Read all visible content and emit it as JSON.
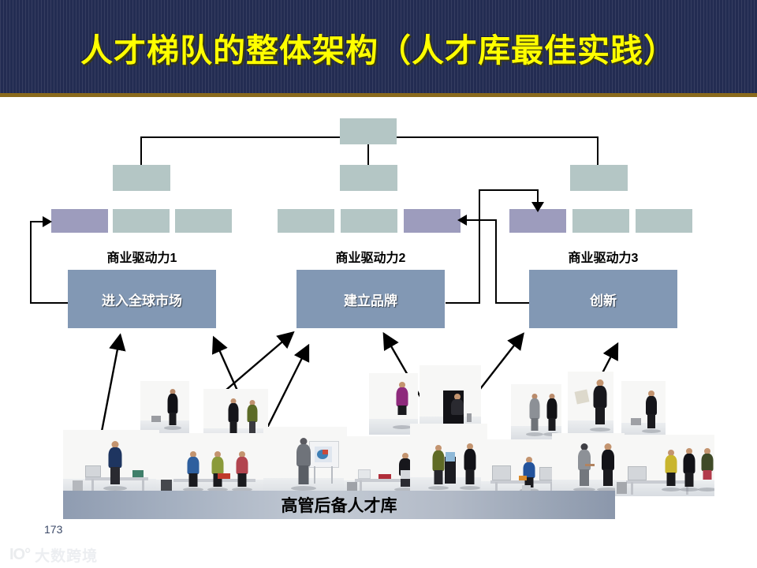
{
  "slide": {
    "title": "人才梯队的整体架构（人才库最佳实践）",
    "page_number": "173",
    "colors": {
      "title_band": "#232c52",
      "title_text": "#ffff00",
      "title_rule": "#8a6a1c",
      "org_box": "#b4c6c5",
      "org_box_highlight": "#9d9cbd",
      "driver_box": "#8298b4",
      "pool_banner": "#a7b2c2"
    }
  },
  "org_chart": {
    "level1": [
      {
        "id": "root",
        "highlight": false
      }
    ],
    "level2": [
      {
        "id": "l2-a",
        "highlight": false
      },
      {
        "id": "l2-b",
        "highlight": false
      },
      {
        "id": "l2-c",
        "highlight": false
      }
    ],
    "level3": [
      {
        "id": "g1-1",
        "highlight": true
      },
      {
        "id": "g1-2",
        "highlight": false
      },
      {
        "id": "g1-3",
        "highlight": false
      },
      {
        "id": "g2-1",
        "highlight": false
      },
      {
        "id": "g2-2",
        "highlight": false
      },
      {
        "id": "g2-3",
        "highlight": true
      },
      {
        "id": "g3-1",
        "highlight": true
      },
      {
        "id": "g3-2",
        "highlight": false
      },
      {
        "id": "g3-3",
        "highlight": false
      }
    ]
  },
  "drivers": [
    {
      "label": "商业驱动力1",
      "box_text": "进入全球市场"
    },
    {
      "label": "商业驱动力2",
      "box_text": "建立品牌"
    },
    {
      "label": "商业驱动力3",
      "box_text": "创新"
    }
  ],
  "talent_pool": {
    "label": "高管后备人才库"
  },
  "watermark": {
    "mark": "IO°",
    "text": "大数跨境"
  }
}
